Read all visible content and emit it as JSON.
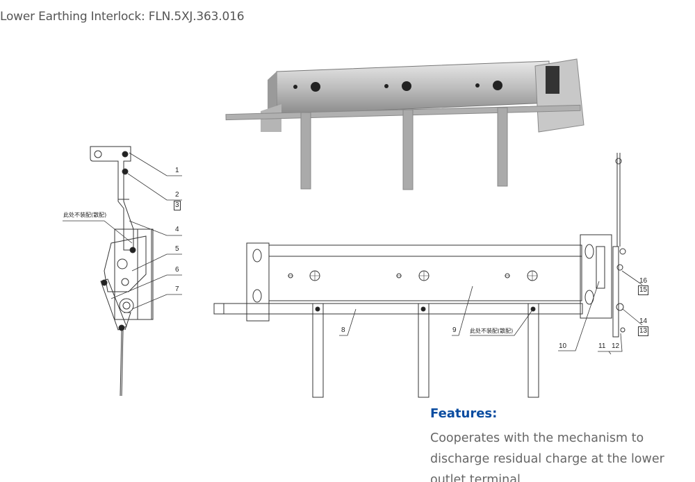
{
  "title": "Lower Earthing Interlock: FLN.5XJ.363.016",
  "left_drawing": {
    "note": "此处不装配(散配)",
    "callouts": [
      "1",
      "2",
      "3",
      "4",
      "5",
      "6",
      "7"
    ]
  },
  "right_drawing": {
    "note": "此处不装配(散配)",
    "callouts": {
      "c8": "8",
      "c9": "9",
      "c10": "10",
      "c11": "11",
      "c12": "12",
      "c13": "13",
      "c14": "14",
      "c15": "15",
      "c16": "16"
    }
  },
  "features": {
    "heading": "Features:",
    "text": "Cooperates with the mechanism to discharge residual charge at the lower outlet terminal"
  },
  "colors": {
    "heading": "#0a4ca0",
    "body": "#666666"
  }
}
